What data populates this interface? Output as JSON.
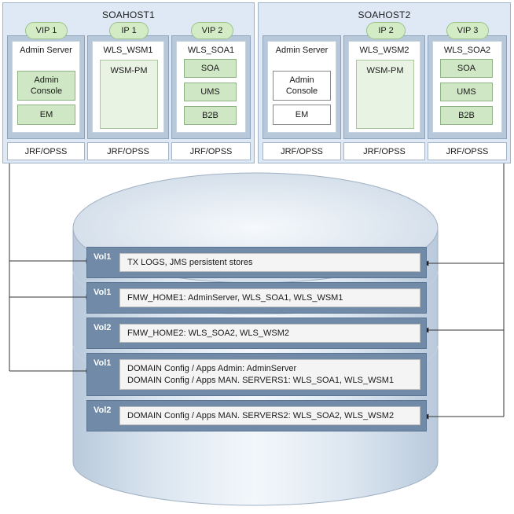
{
  "hosts": [
    {
      "name": "SOAHOST1",
      "servers": [
        {
          "vip": "VIP 1",
          "name": "Admin Server",
          "components": [
            "Admin Console",
            "EM"
          ],
          "jrf": "JRF/OPSS"
        },
        {
          "vip": "IP 1",
          "name": "WLS_WSM1",
          "components": [
            "WSM-PM"
          ],
          "jrf": "JRF/OPSS"
        },
        {
          "vip": "VIP 2",
          "name": "WLS_SOA1",
          "components": [
            "SOA",
            "UMS",
            "B2B"
          ],
          "jrf": "JRF/OPSS"
        }
      ]
    },
    {
      "name": "SOAHOST2",
      "servers": [
        {
          "vip": "",
          "name": "Admin Server",
          "components": [
            "Admin Console",
            "EM"
          ],
          "jrf": "JRF/OPSS"
        },
        {
          "vip": "IP 2",
          "name": "WLS_WSM2",
          "components": [
            "WSM-PM"
          ],
          "jrf": "JRF/OPSS"
        },
        {
          "vip": "VIP 3",
          "name": "WLS_SOA2",
          "components": [
            "SOA",
            "UMS",
            "B2B"
          ],
          "jrf": "JRF/OPSS"
        }
      ]
    }
  ],
  "volumes": [
    {
      "label": "Vol1",
      "lines": [
        "TX LOGS, JMS persistent stores"
      ]
    },
    {
      "label": "Vol1",
      "lines": [
        "FMW_HOME1: AdminServer, WLS_SOA1, WLS_WSM1"
      ]
    },
    {
      "label": "Vol2",
      "lines": [
        "FMW_HOME2: WLS_SOA2, WLS_WSM2"
      ]
    },
    {
      "label": "Vol1",
      "lines": [
        "DOMAIN Config / Apps Admin: AdminServer",
        "DOMAIN Config / Apps MAN. SERVERS1: WLS_SOA1, WLS_WSM1"
      ]
    },
    {
      "label": "Vol2",
      "lines": [
        "DOMAIN Config / Apps MAN. SERVERS2: WLS_SOA2, WLS_WSM2"
      ]
    }
  ],
  "colors": {
    "host_bg": "#dfe9f5",
    "server_bg": "#b7c8da",
    "component_green": "#cfe7c4",
    "volume_blue": "#708aa7",
    "disk": "#dbe6f1"
  }
}
